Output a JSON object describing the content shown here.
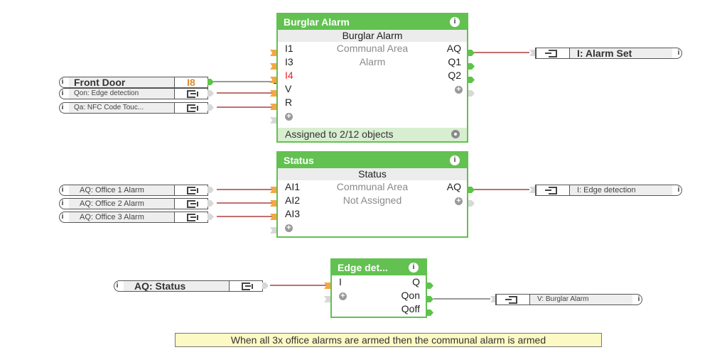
{
  "colors": {
    "block_border": "#62c150",
    "wire_red": "#9b1b1b",
    "wire_black": "#333333",
    "input_connector": "#f5a742",
    "output_connector": "#5cc448",
    "comment_bg": "#fdf9c4"
  },
  "blocks": {
    "burglar_alarm": {
      "header": "Burglar Alarm",
      "info_icon": "i",
      "subtitle": "Burglar Alarm",
      "inputs": [
        "I1",
        "I3",
        "I4",
        "V",
        "R"
      ],
      "outputs": [
        "AQ",
        "Q1",
        "Q2"
      ],
      "center_lines": [
        "Communal Area",
        "Alarm"
      ],
      "footer": "Assigned to 2/12 objects"
    },
    "status": {
      "header": "Status",
      "info_icon": "i",
      "subtitle": "Status",
      "inputs": [
        "AI1",
        "AI2",
        "AI3"
      ],
      "outputs": [
        "AQ"
      ],
      "center_lines": [
        "Communal Area",
        "Not Assigned"
      ]
    },
    "edge_detection": {
      "header": "Edge det...",
      "info_icon": "i",
      "inputs": [
        "I"
      ],
      "outputs": [
        "Q",
        "Qon",
        "Qoff"
      ]
    }
  },
  "input_refs": {
    "front_door": {
      "label": "Front Door",
      "value": "I8",
      "info": "i"
    },
    "qon_edge": {
      "label": "Qon: Edge detection",
      "info": "i"
    },
    "qa_nfc": {
      "label": "Qa: NFC Code Touc...",
      "info": "i"
    },
    "office1": {
      "label": "AQ: Office 1 Alarm",
      "info": "i"
    },
    "office2": {
      "label": "AQ: Office 2 Alarm",
      "info": "i"
    },
    "office3": {
      "label": "AQ: Office 3 Alarm",
      "info": "i"
    },
    "aq_status": {
      "label": "AQ: Status",
      "info": "i"
    }
  },
  "output_refs": {
    "alarm_set": {
      "label": "I: Alarm Set",
      "info": "i"
    },
    "edge_detection": {
      "label": "I: Edge detection",
      "info": "i"
    },
    "burglar_alarm": {
      "label": "V: Burglar Alarm",
      "info": "i"
    }
  },
  "comment": "When all 3x office alarms are armed then the communal alarm is armed"
}
